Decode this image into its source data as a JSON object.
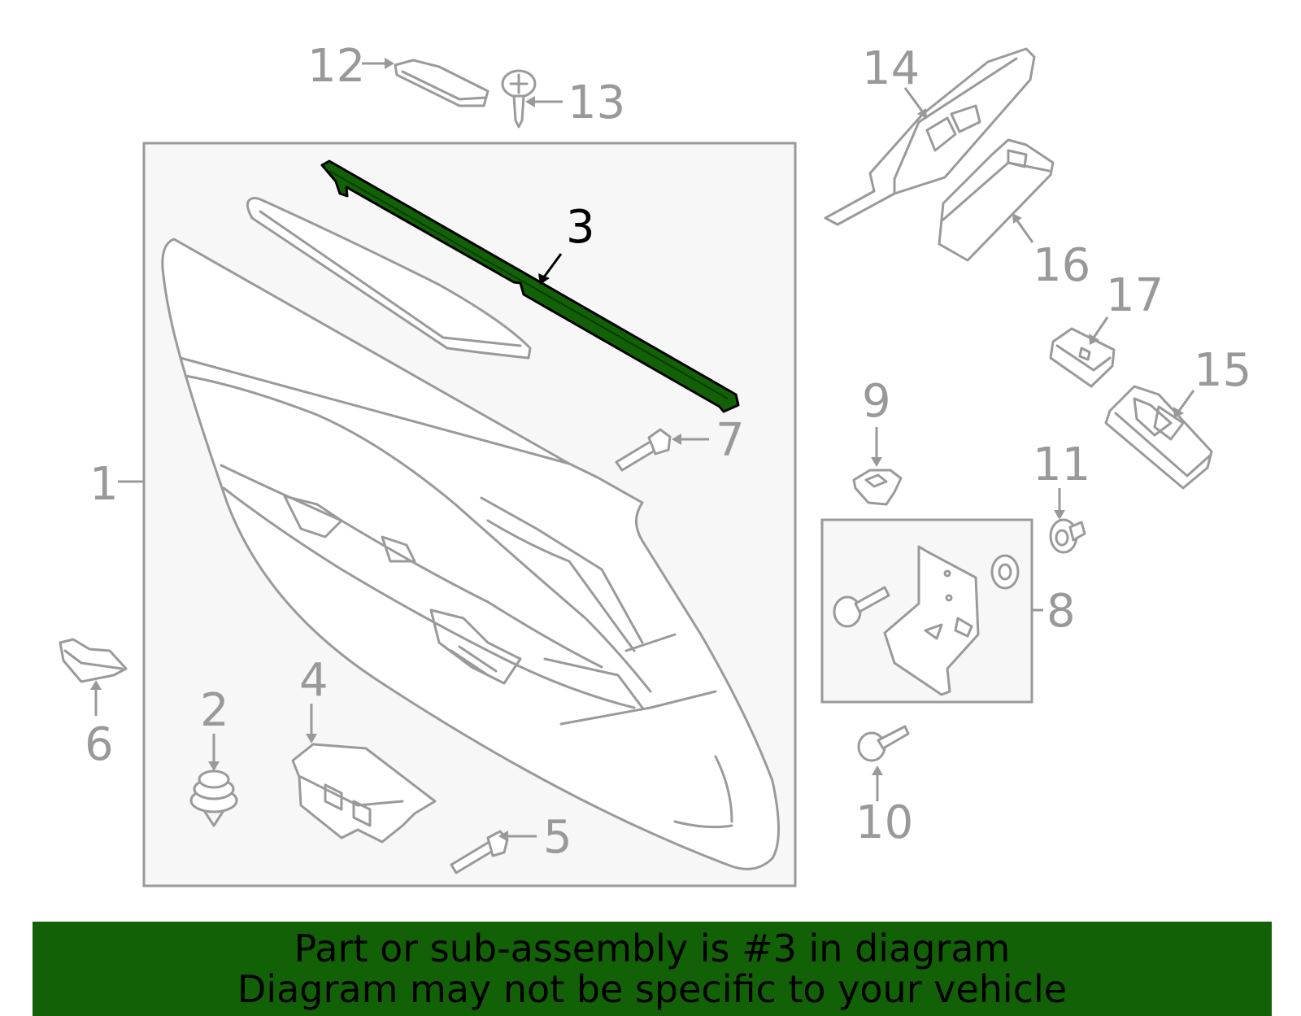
{
  "callouts": {
    "c1": "1",
    "c2": "2",
    "c3": "3",
    "c4": "4",
    "c5": "5",
    "c6": "6",
    "c7": "7",
    "c8": "8",
    "c9": "9",
    "c10": "10",
    "c11": "11",
    "c12": "12",
    "c13": "13",
    "c14": "14",
    "c15": "15",
    "c16": "16",
    "c17": "17"
  },
  "highlight": {
    "part_number": "3",
    "color": "#136106"
  },
  "colors": {
    "line_gray": "#9a9a9a",
    "banner_green": "#136106",
    "panel_bg": "#f7f7f7"
  },
  "banner": {
    "line1": "Part or sub-assembly is #3 in diagram",
    "line2": "Diagram may not be specific to your vehicle"
  }
}
